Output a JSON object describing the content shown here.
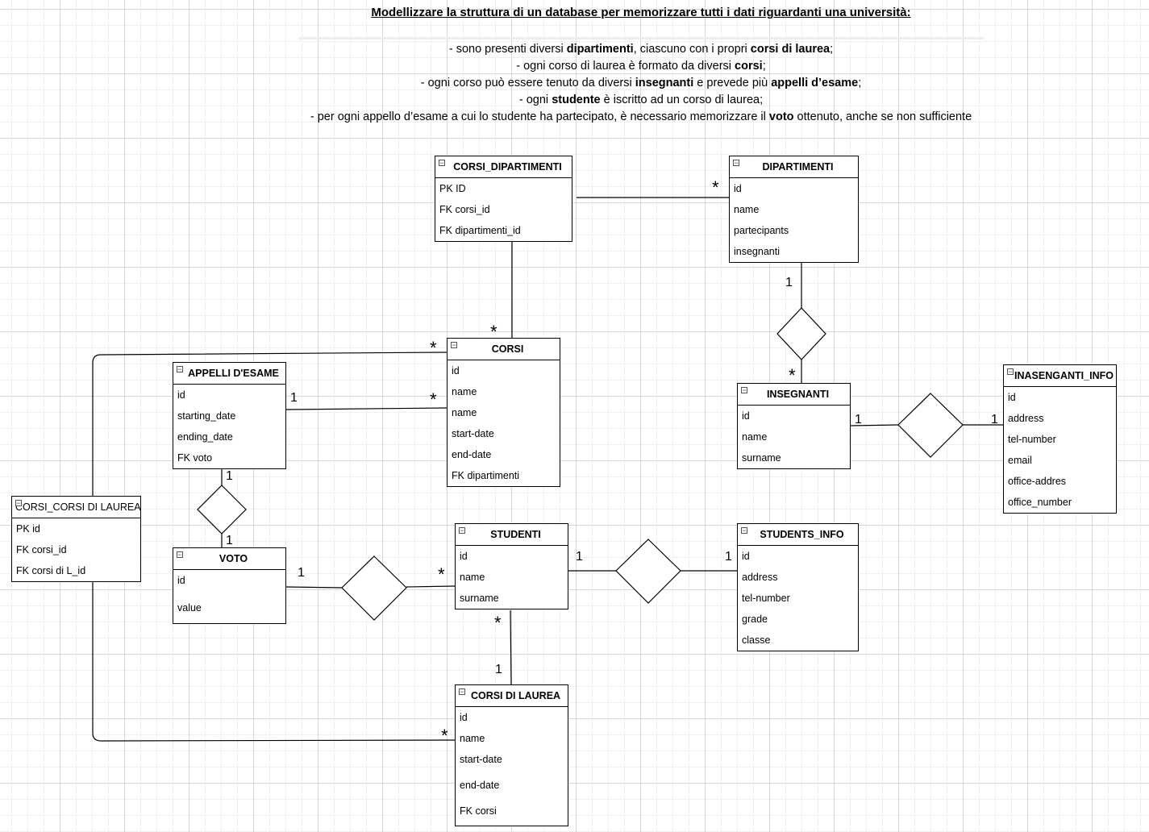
{
  "title": "Modellizzare la struttura di un database per memorizzare tutti i dati riguardanti una università:",
  "requirements": [
    {
      "parts": [
        {
          "t": "- sono presenti diversi "
        },
        {
          "t": "dipartimenti",
          "b": true
        },
        {
          "t": ", ciascuno con i propri "
        },
        {
          "t": "corsi di laurea",
          "b": true
        },
        {
          "t": ";"
        }
      ]
    },
    {
      "parts": [
        {
          "t": "- ogni corso di laurea è formato da diversi "
        },
        {
          "t": "corsi",
          "b": true
        },
        {
          "t": ";"
        }
      ]
    },
    {
      "parts": [
        {
          "t": "- ogni corso può essere tenuto da diversi "
        },
        {
          "t": "insegnanti",
          "b": true
        },
        {
          "t": " e prevede più "
        },
        {
          "t": "appelli d’esame",
          "b": true
        },
        {
          "t": ";"
        }
      ]
    },
    {
      "parts": [
        {
          "t": "- ogni "
        },
        {
          "t": "studente",
          "b": true
        },
        {
          "t": " è iscritto ad un corso di laurea;"
        }
      ]
    },
    {
      "parts": [
        {
          "t": "- per ogni appello d’esame a cui lo studente ha partecipato, è necessario memorizzare il "
        },
        {
          "t": "voto",
          "b": true
        },
        {
          "t": " ottenuto, anche se non sufficiente"
        }
      ]
    }
  ],
  "entities": {
    "corsi_dipartimenti": {
      "name": "CORSI_DIPARTIMENTI",
      "fields": [
        "PK ID",
        "FK corsi_id",
        "FK dipartimenti_id"
      ]
    },
    "dipartimenti": {
      "name": "DIPARTIMENTI",
      "fields": [
        "id",
        "name",
        "partecipants",
        "insegnanti"
      ]
    },
    "corsi": {
      "name": "CORSI",
      "fields": [
        "id",
        "name",
        "name",
        "start-date",
        "end-date",
        "FK dipartimenti"
      ]
    },
    "appelli": {
      "name": "APPELLI D'ESAME",
      "fields": [
        "id",
        "starting_date",
        "ending_date",
        "FK voto"
      ]
    },
    "insegnanti": {
      "name": "INSEGNANTI",
      "fields": [
        "id",
        "name",
        "surname"
      ]
    },
    "insegnanti_info": {
      "name": "INASENGANTI_INFO",
      "fields": [
        "id",
        "address",
        "tel-number",
        "email",
        "office-addres",
        "office_number"
      ]
    },
    "corsi_corsi_laurea": {
      "name": "CORSI_CORSI DI LAUREA",
      "fields": [
        "PK id",
        "FK corsi_id",
        "FK corsi di L_id"
      ]
    },
    "voto": {
      "name": "VOTO",
      "fields": [
        "id",
        "value"
      ]
    },
    "studenti": {
      "name": "STUDENTI",
      "fields": [
        "id",
        "name",
        "surname"
      ]
    },
    "students_info": {
      "name": "STUDENTS_INFO",
      "fields": [
        "id",
        "address",
        "tel-number",
        "grade",
        "classe"
      ]
    },
    "corsi_laurea": {
      "name": "CORSI DI LAUREA",
      "fields": [
        "id",
        "name",
        "start-date",
        "end-date",
        "FK corsi"
      ]
    }
  },
  "cardinalities": {
    "many": "*",
    "one": "1"
  }
}
